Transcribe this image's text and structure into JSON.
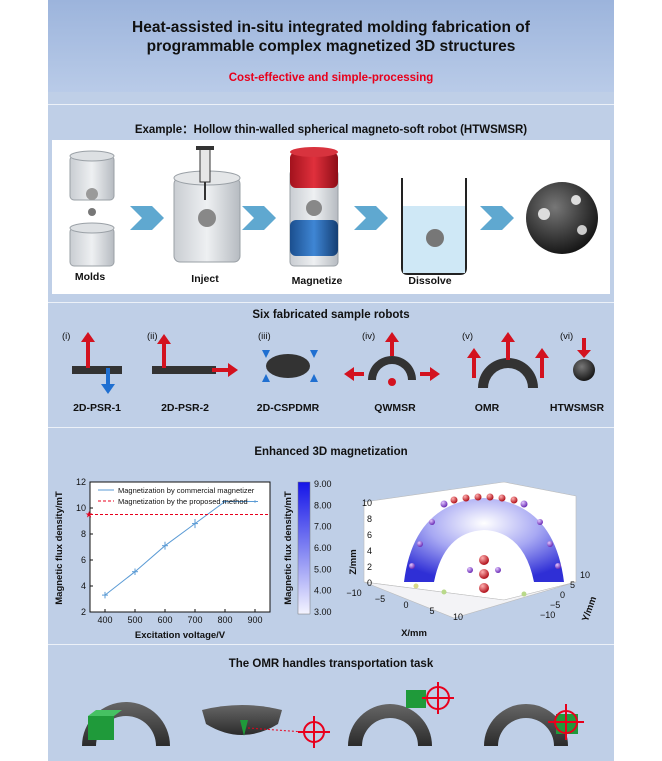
{
  "header": {
    "title_line1": "Heat-assisted in-situ integrated molding fabrication of",
    "title_line2": "programmable complex magnetized 3D structures",
    "subtitle": "Cost-effective and simple-processing"
  },
  "example": {
    "title": "Example：Hollow thin-walled spherical magneto-soft robot (HTWSMSR)",
    "steps": [
      "Molds",
      "Inject",
      "Magnetize",
      "Dissolve"
    ]
  },
  "samples": {
    "title": "Six fabricated sample robots",
    "items": [
      {
        "tag": "(i)",
        "label": "2D-PSR-1"
      },
      {
        "tag": "(ii)",
        "label": "2D-PSR-2"
      },
      {
        "tag": "(iii)",
        "label": "2D-CSPDMR"
      },
      {
        "tag": "(iv)",
        "label": "QWMSR"
      },
      {
        "tag": "(v)",
        "label": "OMR"
      },
      {
        "tag": "(vi)",
        "label": "HTWSMSR"
      }
    ]
  },
  "magnetization": {
    "title": "Enhanced 3D magnetization",
    "colorbar_label": "Magnetic flux density/mT",
    "colorbar_ticks": [
      "9.00",
      "8.00",
      "7.00",
      "6.00",
      "5.00",
      "4.00",
      "3.00"
    ],
    "axis3d": {
      "z_label": "Z/mm",
      "x_label": "X/mm",
      "y_label": "Y/mm",
      "z_ticks": [
        "10",
        "8",
        "6",
        "4",
        "2",
        "0"
      ],
      "x_ticks": [
        "−10",
        "−5",
        "0",
        "5",
        "10"
      ],
      "y_ticks": [
        "10",
        "5",
        "0",
        "−5",
        "−10"
      ]
    }
  },
  "chart_data": {
    "type": "line",
    "xlabel": "Excitation voltage/V",
    "ylabel": "Magnetic flux density/mT",
    "xlim": [
      350,
      950
    ],
    "ylim": [
      2,
      12
    ],
    "x_ticks": [
      400,
      500,
      600,
      700,
      800,
      900
    ],
    "y_ticks": [
      2,
      4,
      6,
      8,
      10,
      12
    ],
    "legend_position": "top",
    "series": [
      {
        "name": "Magnetization by commercial magnetizer",
        "x": [
          400,
          500,
          600,
          700,
          800,
          900
        ],
        "y": [
          3.3,
          5.1,
          7.1,
          8.8,
          10.5,
          10.5
        ],
        "err": [
          0.25,
          0.25,
          0.3,
          0.35,
          0.1,
          0.1
        ],
        "color": "#5b9bd5"
      },
      {
        "name": "Magnetization by the proposed method",
        "y_const": 9.5,
        "color": "#e8001c"
      }
    ]
  },
  "transport": {
    "title": "The OMR handles transportation task"
  },
  "colors": {
    "accent_red": "#e8001c",
    "arrow_blue": "#1f6fd1",
    "chevron": "#5fa8d0"
  }
}
